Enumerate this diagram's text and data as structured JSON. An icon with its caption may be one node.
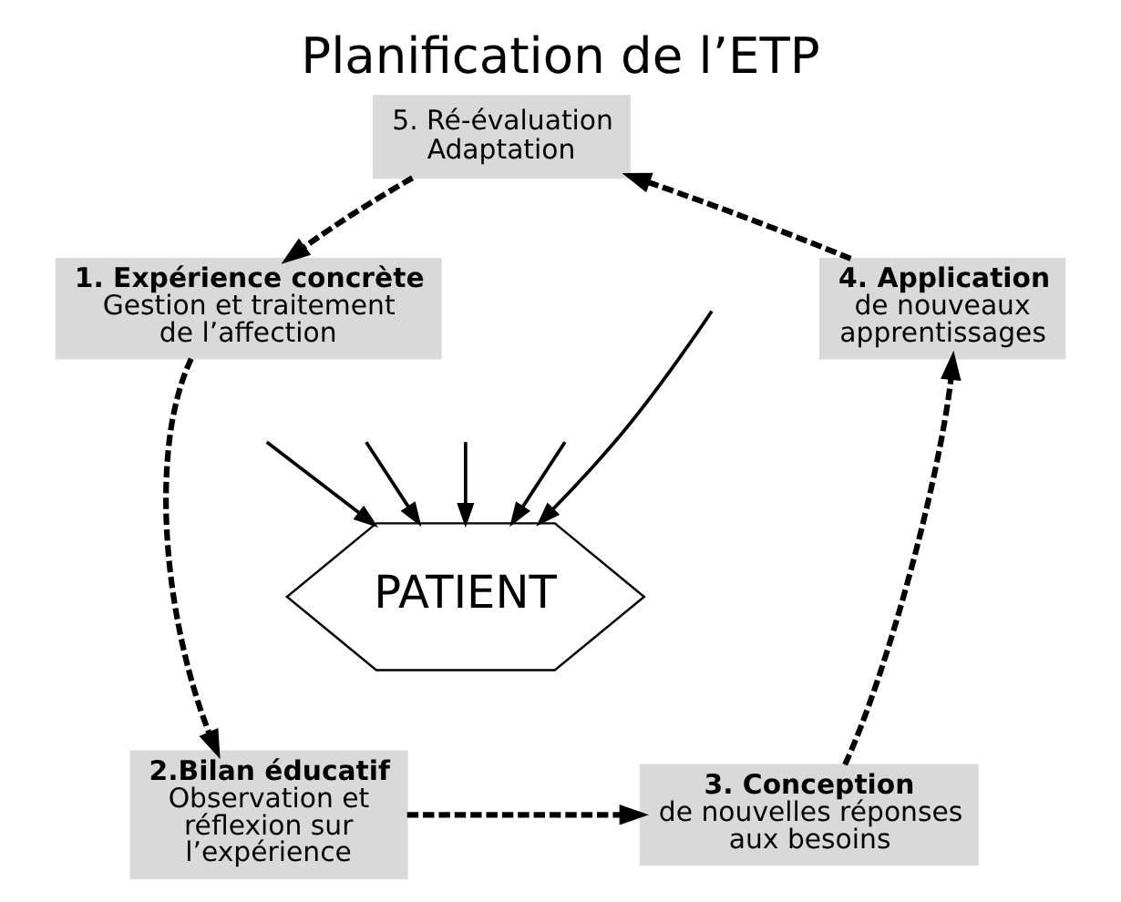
{
  "diagram": {
    "title": "Planification de l’ETP",
    "nodes": [
      {
        "text": [
          "5. Ré-évaluation",
          "Adaptation"
        ]
      },
      {
        "text": [
          "4. Application",
          "de nouveaux apprentissages"
        ]
      },
      {
        "text": [
          "1. Expérience concrète",
          "Gestion et traitement de l’affection"
        ]
      },
      {
        "text": [
          "PATIENT"
        ]
      },
      {
        "text": [
          "3. Conception",
          "de nouvelles réponses aux besoins"
        ]
      },
      {
        "text": [
          "2.Bilan éducatif",
          "Observation et réflexion sur l’expérience"
        ]
      }
    ],
    "edges": [
      {
        "from": 0,
        "to": 2,
        "arrow": "to",
        "style": "dashed"
      },
      {
        "from": 2,
        "to": 5,
        "arrow": "to",
        "style": "dashed"
      },
      {
        "from": 5,
        "to": 4,
        "arrow": "to",
        "style": "dashed"
      },
      {
        "from": 4,
        "to": 1,
        "arrow": "to",
        "style": "dashed"
      },
      {
        "from": 1,
        "to": 0,
        "arrow": "to",
        "style": "dashed"
      },
      {
        "from": null,
        "to": 3,
        "arrow": "to"
      },
      {
        "from": null,
        "to": 3,
        "arrow": "to"
      },
      {
        "from": null,
        "to": 3,
        "arrow": "to"
      },
      {
        "from": null,
        "to": 3,
        "arrow": "to"
      },
      {
        "from": null,
        "to": 3,
        "arrow": "to"
      }
    ]
  }
}
